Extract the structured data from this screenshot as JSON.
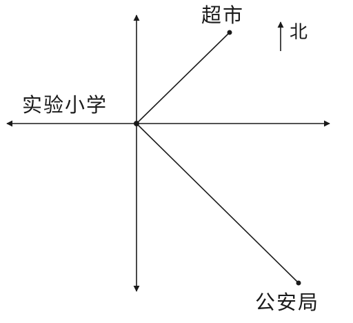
{
  "labels": {
    "origin": "实验小学",
    "northeast_point": "超市",
    "southeast_point": "公安局",
    "north_indicator": "北"
  },
  "colors": {
    "line": "#1a1a1a",
    "background": "#ffffff"
  }
}
